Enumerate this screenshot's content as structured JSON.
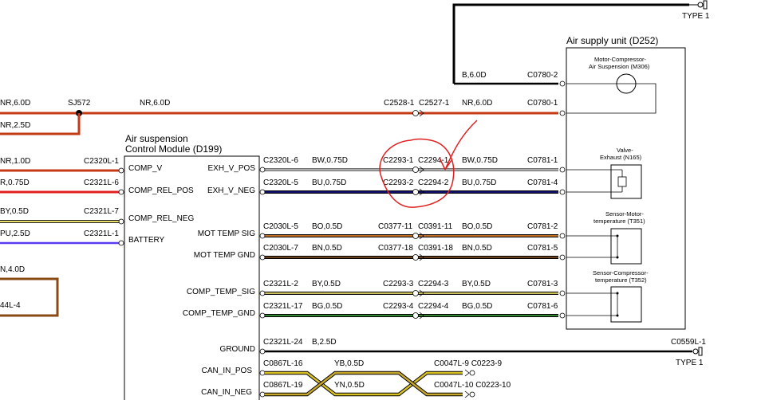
{
  "colors": {
    "nr": "#c33a14",
    "r": "#e02020",
    "by": "#e8dc6a",
    "pu": "#5a3cf0",
    "brown": "#8a4a14",
    "bw": "#aaaaaa",
    "bu": "#101070",
    "bo": "#e0802a",
    "bn": "#7a4a20",
    "bg": "#3a9a3a",
    "yb": "#d8c020",
    "yn": "#c8a828",
    "black": "#000000",
    "annotation": "#e02020"
  },
  "top": {
    "type1_label": "TYPE 1",
    "b_wire": "B,6.0D",
    "b_conn": "C0780-2"
  },
  "asu": {
    "title": "Air supply unit (D252)",
    "motor_line1": "Motor-Compressor-",
    "motor_line2": "Air Suspension (M306)",
    "valve_line1": "Valve-",
    "valve_line2": "Exhaust (N165)",
    "smt_line1": "Sensor-Motor-",
    "smt_line2": "temperature (T351)",
    "sct_line1": "Sensor-Compressor-",
    "sct_line2": "temperature (T352)"
  },
  "supply": {
    "nr60_left": "NR,6.0D",
    "splice": "SJ572",
    "nr60_mid": "NR,6.0D",
    "nr25": "NR,2.5D",
    "c2528": "C2528-1",
    "c2527": "C2527-1",
    "nr60_right": "NR,6.0D",
    "c0780_1": "C0780-1"
  },
  "module": {
    "title_line1": "Air suspension",
    "title_line2": "Control Module (D199)",
    "pins_left": [
      "COMP_V",
      "COMP_REL_POS",
      "COMP_REL_NEG",
      "BATTERY"
    ],
    "pins_right": [
      "EXH_V_POS",
      "EXH_V_NEG",
      "MOT TEMP SIG",
      "MOT TEMP GND",
      "COMP_TEMP_SIG",
      "COMP_TEMP_GND",
      "GROUND",
      "CAN_IN_POS",
      "CAN_IN_NEG"
    ]
  },
  "left_wires": [
    {
      "wire": "NR,1.0D",
      "conn": "C2320L-1"
    },
    {
      "wire": "R,0.75D",
      "conn": "C2321L-6"
    },
    {
      "wire": "BY,0.5D",
      "conn": "C2321L-7"
    },
    {
      "wire": "PU,2.5D",
      "conn": "C2321L-1"
    }
  ],
  "left_extra": {
    "n40": "N,4.0D",
    "l4": "44L-4"
  },
  "signals": [
    {
      "mod_conn": "C2320L-6",
      "wire1": "BW,0.75D",
      "c1": "C2293-1",
      "c2": "C2294-1",
      "wire2": "BW,0.75D",
      "asu_conn": "C0781-1"
    },
    {
      "mod_conn": "C2320L-5",
      "wire1": "BU,0.75D",
      "c1": "C2293-2",
      "c2": "C2294-2",
      "wire2": "BU,0.75D",
      "asu_conn": "C0781-4"
    },
    {
      "mod_conn": "C2030L-5",
      "wire1": "BO,0.5D",
      "c1": "C0377-11",
      "c2": "C0391-11",
      "wire2": "BO,0.5D",
      "asu_conn": "C0781-2"
    },
    {
      "mod_conn": "C2030L-7",
      "wire1": "BN,0.5D",
      "c1": "C0377-18",
      "c2": "C0391-18",
      "wire2": "BN,0.5D",
      "asu_conn": "C0781-5"
    },
    {
      "mod_conn": "C2321L-2",
      "wire1": "BY,0.5D",
      "c1": "C2293-3",
      "c2": "C2294-3",
      "wire2": "BY,0.5D",
      "asu_conn": "C0781-3"
    },
    {
      "mod_conn": "C2321L-17",
      "wire1": "BG,0.5D",
      "c1": "C2293-4",
      "c2": "C2294-4",
      "wire2": "BG,0.5D",
      "asu_conn": "C0781-6"
    }
  ],
  "ground": {
    "conn": "C2321L-24",
    "wire": "B,2.5D",
    "end_conn": "C0559L-1",
    "type": "TYPE 1"
  },
  "can": {
    "pos_conn": "C0867L-16",
    "pos_wire": "YB,0.5D",
    "pos_end": "C0047L-9 C0223-9",
    "neg_conn": "C0867L-19",
    "neg_wire": "YN,0.5D",
    "neg_end": "C0047L-10 C0223-10"
  }
}
